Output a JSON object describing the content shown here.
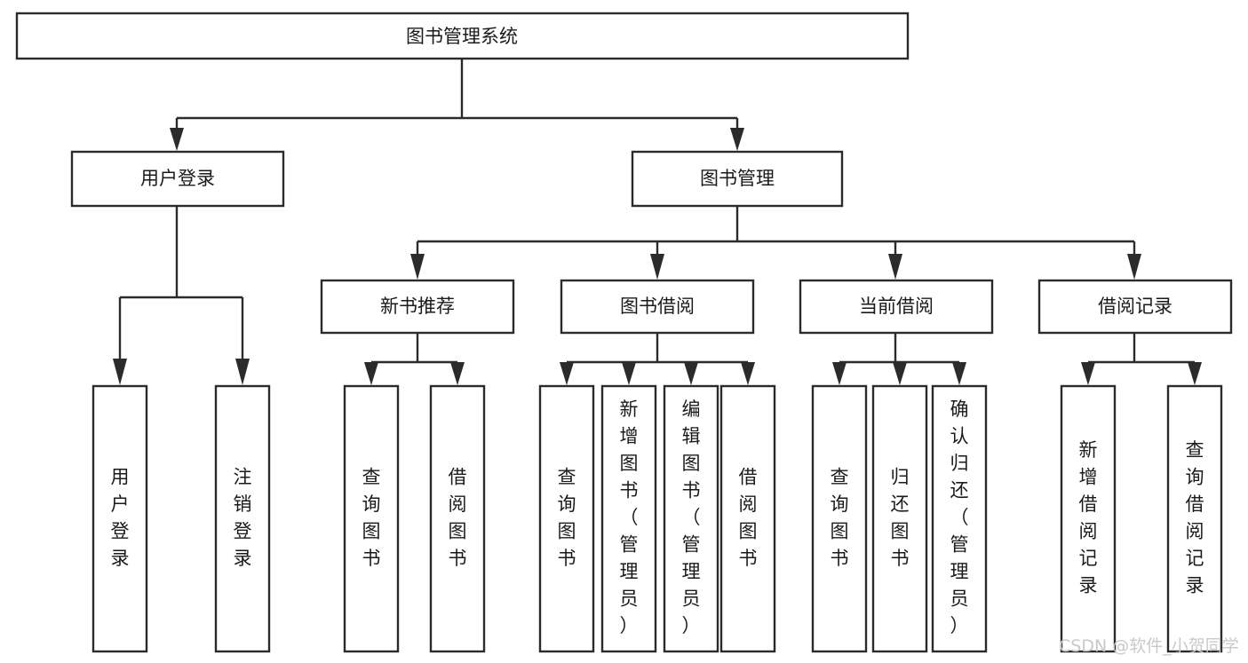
{
  "diagram": {
    "title": "图书管理系统",
    "type": "tree-hierarchy",
    "colors": {
      "stroke": "#2b2b2b",
      "box_fill": "#ffffff",
      "text": "#1a1a1a",
      "background": "#ffffff",
      "watermark": "#c9c9c9"
    },
    "levels": {
      "level1": {
        "nodes": [
          {
            "id": "root",
            "label": "图书管理系统",
            "orientation": "horizontal"
          }
        ]
      },
      "level2": {
        "nodes": [
          {
            "id": "user-login",
            "label": "用户登录",
            "orientation": "horizontal",
            "parent": "root"
          },
          {
            "id": "book-manage",
            "label": "图书管理",
            "orientation": "horizontal",
            "parent": "root"
          }
        ]
      },
      "level3": {
        "nodes": [
          {
            "id": "new-book-rec",
            "label": "新书推荐",
            "orientation": "horizontal",
            "parent": "book-manage"
          },
          {
            "id": "book-borrow",
            "label": "图书借阅",
            "orientation": "horizontal",
            "parent": "book-manage"
          },
          {
            "id": "current-borrow",
            "label": "当前借阅",
            "orientation": "horizontal",
            "parent": "book-manage"
          },
          {
            "id": "borrow-record",
            "label": "借阅记录",
            "orientation": "horizontal",
            "parent": "book-manage"
          }
        ]
      },
      "level4": {
        "nodes": [
          {
            "id": "leaf-user-login",
            "label": "用户登录",
            "orientation": "vertical",
            "parent": "user-login"
          },
          {
            "id": "leaf-user-logout",
            "label": "注销登录",
            "orientation": "vertical",
            "parent": "user-login"
          },
          {
            "id": "leaf-query-book-1",
            "label": "查询图书",
            "orientation": "vertical",
            "parent": "new-book-rec"
          },
          {
            "id": "leaf-borrow-book-1",
            "label": "借阅图书",
            "orientation": "vertical",
            "parent": "new-book-rec"
          },
          {
            "id": "leaf-query-book-2",
            "label": "查询图书",
            "orientation": "vertical",
            "parent": "book-borrow"
          },
          {
            "id": "leaf-add-book",
            "label": "新增图书（管理员）",
            "orientation": "vertical",
            "parent": "book-borrow"
          },
          {
            "id": "leaf-edit-book",
            "label": "编辑图书（管理员）",
            "orientation": "vertical",
            "parent": "book-borrow"
          },
          {
            "id": "leaf-borrow-book-2",
            "label": "借阅图书",
            "orientation": "vertical",
            "parent": "book-borrow"
          },
          {
            "id": "leaf-query-book-3",
            "label": "查询图书",
            "orientation": "vertical",
            "parent": "current-borrow"
          },
          {
            "id": "leaf-return-book",
            "label": "归还图书",
            "orientation": "vertical",
            "parent": "current-borrow"
          },
          {
            "id": "leaf-confirm-return",
            "label": "确认归还（管理员）",
            "orientation": "vertical",
            "parent": "current-borrow"
          },
          {
            "id": "leaf-add-record",
            "label": "新增借阅记录",
            "orientation": "vertical",
            "parent": "borrow-record"
          },
          {
            "id": "leaf-query-record",
            "label": "查询借阅记录",
            "orientation": "vertical",
            "parent": "borrow-record"
          }
        ]
      }
    },
    "watermark": "CSDN @软件_小贺同学"
  }
}
